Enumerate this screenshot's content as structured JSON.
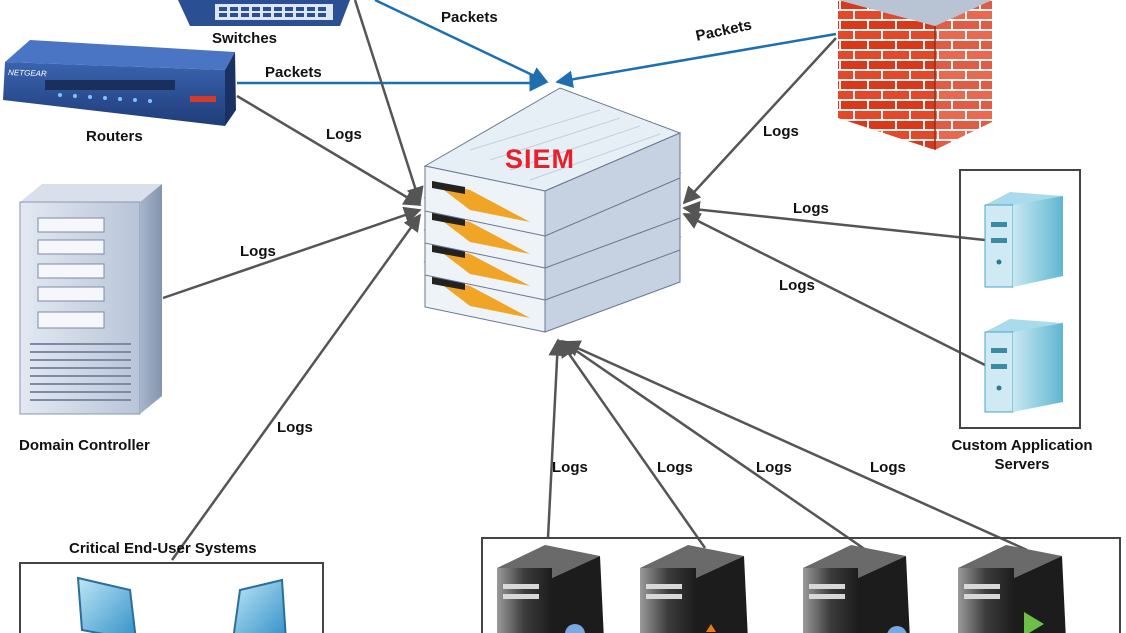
{
  "nodes": {
    "siem": "SIEM",
    "switches": "Switches",
    "routers": "Routers",
    "router_brand": "NETGEAR",
    "domain_controller": "Domain Controller",
    "custom_app_servers_line1": "Custom Application",
    "custom_app_servers_line2": "Servers",
    "critical_end_user": "Critical End-User Systems",
    "firewall": ""
  },
  "edges": {
    "packets_switch": "Packets",
    "packets_router": "Packets",
    "packets_firewall": "Packets",
    "logs_router": "Logs",
    "logs_firewall": "Logs",
    "logs_domain_controller": "Logs",
    "logs_app_server_1": "Logs",
    "logs_app_server_2": "Logs",
    "logs_end_user": "Logs",
    "logs_server_1": "Logs",
    "logs_server_2": "Logs",
    "logs_server_3": "Logs",
    "logs_server_4": "Logs"
  },
  "colors": {
    "packets_line": "#1d6fb0",
    "logs_line": "#555555",
    "siem_label": "#e8202a",
    "firewall_brick": "#d8391b",
    "router_body": "#2b4f93",
    "app_server": "#4aa6c4"
  }
}
